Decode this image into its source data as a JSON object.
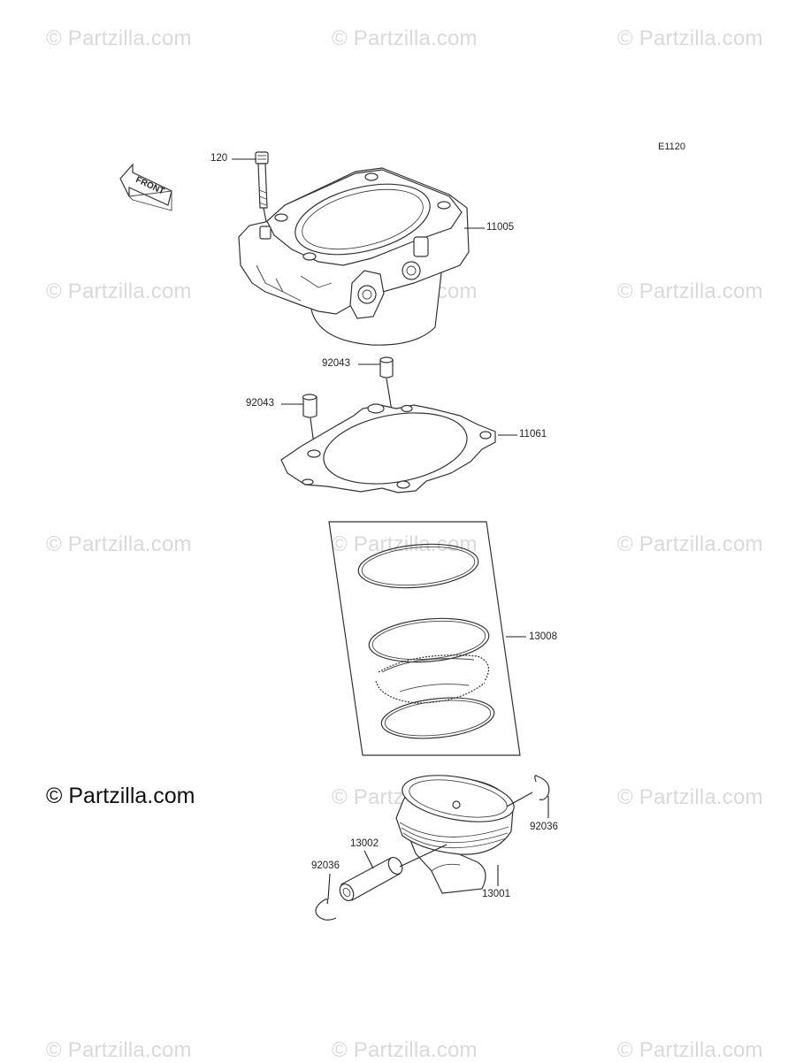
{
  "watermark_text": "© Partzilla.com",
  "copyright_text": "© Partzilla.com",
  "diagram_code": "E1120",
  "front_label": "FRONT",
  "callouts": {
    "bolt": "120",
    "cylinder": "11005",
    "dowel_upper": "92043",
    "dowel_lower": "92043",
    "gasket": "11061",
    "ring_set": "13008",
    "piston": "13001",
    "pin": "13002",
    "clip_right": "92036",
    "clip_left": "92036"
  }
}
